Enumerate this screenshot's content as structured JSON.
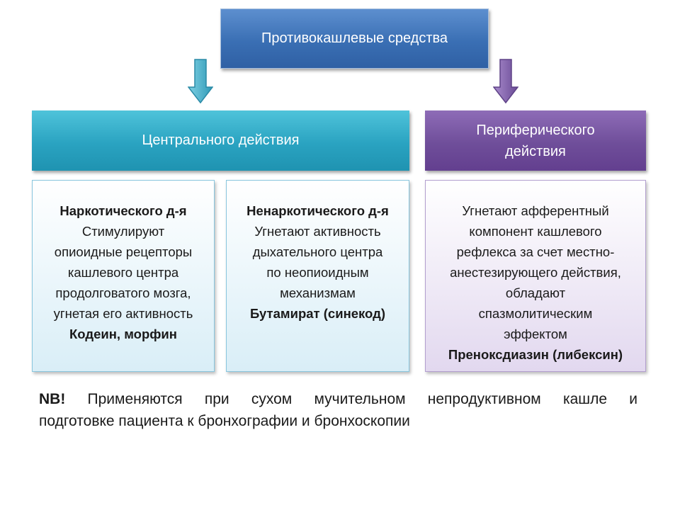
{
  "diagram": {
    "root": {
      "label": "Противокашлевые средства"
    },
    "branches": {
      "central": {
        "label": "Центрального действия"
      },
      "peripheral": {
        "label_lines": [
          "Периферического",
          "действия"
        ]
      }
    },
    "boxes": {
      "narcotic": {
        "title": "Наркотического д-я",
        "lines": [
          "Стимулируют",
          "опиоидные рецепторы",
          "кашлевого центра",
          "продолговатого мозга,",
          "угнетая его активность"
        ],
        "examples": "Кодеин, морфин"
      },
      "non_narcotic": {
        "title": "Ненаркотического д-я",
        "lines": [
          "Угнетают активность",
          "дыхательного центра",
          "по неопиоидным",
          "механизмам"
        ],
        "examples": "Бутамират (синекод)"
      },
      "peripheral_detail": {
        "lines": [
          "Угнетают афферентный",
          "компонент кашлевого",
          "рефлекса за счет местно-",
          "анестезирующего действия,",
          "обладают",
          "спазмолитическим",
          "эффектом"
        ],
        "examples": "Преноксдиазин (либексин)"
      }
    }
  },
  "note": {
    "label": "NB!",
    "words_line1": [
      "Применяются",
      "при",
      "сухом",
      "мучительном",
      "непродуктивном",
      "кашле",
      "и"
    ],
    "line2": "подготовке пациента к бронхографии и бронхоскопии"
  },
  "colors": {
    "root": "#3a6fb4",
    "central": "#2aa3c1",
    "peripheral": "#6f4e9a",
    "arrow_left": "#3aa9c4",
    "arrow_right": "#7b5aa6"
  }
}
